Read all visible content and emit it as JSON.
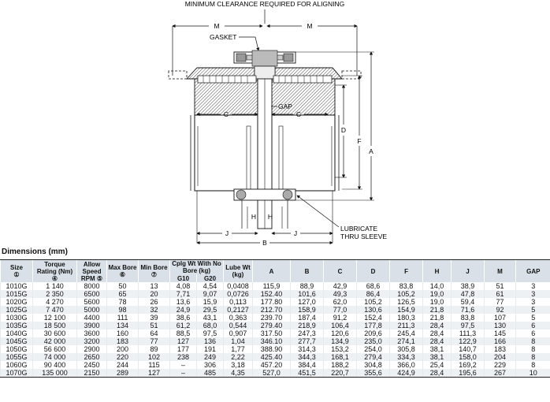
{
  "drawing": {
    "callout_top": "MINIMUM CLEARANCE REQUIRED FOR ALIGNING",
    "label_m_left": "M",
    "label_m_right": "M",
    "label_gasket": "GASKET",
    "label_gap": "GAP",
    "label_c_left": "C",
    "label_c_right": "C",
    "label_d": "D",
    "label_f": "F",
    "label_a": "A",
    "label_h_left": "H",
    "label_h_right": "H",
    "label_j_left": "J",
    "label_j_right": "J",
    "label_b": "B",
    "label_lubricate_1": "LUBRICATE",
    "label_lubricate_2": "THRU SLEEVE"
  },
  "section_title": "Dimensions (mm)",
  "table": {
    "headers": {
      "size": "Size",
      "size_ref": "①",
      "torque": "Torque Rating (Nm) ④",
      "speed": "Allow Speed RPM ⑤",
      "maxbore": "Max Bore ⑥",
      "minbore": "Min Bore ⑦",
      "cplg": "Cplg Wt With No Bore (kg)",
      "g10": "G10",
      "g20": "G20",
      "lube": "Lube Wt (kg)",
      "a": "A",
      "b": "B",
      "c": "C",
      "d": "D",
      "f": "F",
      "h": "H",
      "j": "J",
      "m": "M",
      "gap": "GAP"
    },
    "rows": [
      [
        "1010G",
        "1 140",
        "8000",
        "50",
        "13",
        "4,08",
        "4,54",
        "0,0408",
        "115,9",
        "88,9",
        "42,9",
        "68,6",
        "83,8",
        "14,0",
        "38,9",
        "51",
        "3"
      ],
      [
        "1015G",
        "2 350",
        "6500",
        "65",
        "20",
        "7,71",
        "9,07",
        "0,0726",
        "152.40",
        "101,6",
        "49,3",
        "86,4",
        "105,2",
        "19,0",
        "47,8",
        "61",
        "3"
      ],
      [
        "1020G",
        "4 270",
        "5600",
        "78",
        "26",
        "13,6",
        "15,9",
        "0,113",
        "177.80",
        "127,0",
        "62,0",
        "105,2",
        "126,5",
        "19,0",
        "59,4",
        "77",
        "3"
      ],
      [
        "1025G",
        "7 470",
        "5000",
        "98",
        "32",
        "24,9",
        "29,5",
        "0,2127",
        "212.70",
        "158,9",
        "77,0",
        "130,6",
        "154,9",
        "21,8",
        "71,6",
        "92",
        "5"
      ],
      [
        "1030G",
        "12 100",
        "4400",
        "111",
        "39",
        "38,6",
        "43,1",
        "0,363",
        "239.70",
        "187,4",
        "91,2",
        "152,4",
        "180,3",
        "21,8",
        "83,8",
        "107",
        "5"
      ],
      [
        "1035G",
        "18 500",
        "3900",
        "134",
        "51",
        "61,2",
        "68,0",
        "0,544",
        "279.40",
        "218,9",
        "106,4",
        "177,8",
        "211,3",
        "28,4",
        "97,5",
        "130",
        "6"
      ],
      [
        "1040G",
        "30 600",
        "3600",
        "160",
        "64",
        "88,5",
        "97,5",
        "0,907",
        "317.50",
        "247,3",
        "120,6",
        "209,6",
        "245,4",
        "28,4",
        "111,3",
        "145",
        "6"
      ],
      [
        "1045G",
        "42 000",
        "3200",
        "183",
        "77",
        "127",
        "136",
        "1,04",
        "346.10",
        "277,7",
        "134,9",
        "235,0",
        "274,1",
        "28,4",
        "122,9",
        "166",
        "8"
      ],
      [
        "1050G",
        "56 600",
        "2900",
        "200",
        "89",
        "177",
        "191",
        "1,77",
        "388.90",
        "314,3",
        "153,2",
        "254,0",
        "305,8",
        "38,1",
        "140,7",
        "183",
        "8"
      ],
      [
        "1055G",
        "74 000",
        "2650",
        "220",
        "102",
        "238",
        "249",
        "2,22",
        "425.40",
        "344,3",
        "168,1",
        "279,4",
        "334,3",
        "38,1",
        "158,0",
        "204",
        "8"
      ],
      [
        "1060G",
        "90 400",
        "2450",
        "244",
        "115",
        "–",
        "306",
        "3,18",
        "457.20",
        "384,4",
        "188,2",
        "304,8",
        "366,0",
        "25,4",
        "169,2",
        "229",
        "8"
      ],
      [
        "1070G",
        "135 000",
        "2150",
        "289",
        "127",
        "–",
        "485",
        "4,35",
        "527,0",
        "451,5",
        "220,7",
        "355,6",
        "424,9",
        "28,4",
        "195,6",
        "267",
        "10"
      ]
    ]
  }
}
